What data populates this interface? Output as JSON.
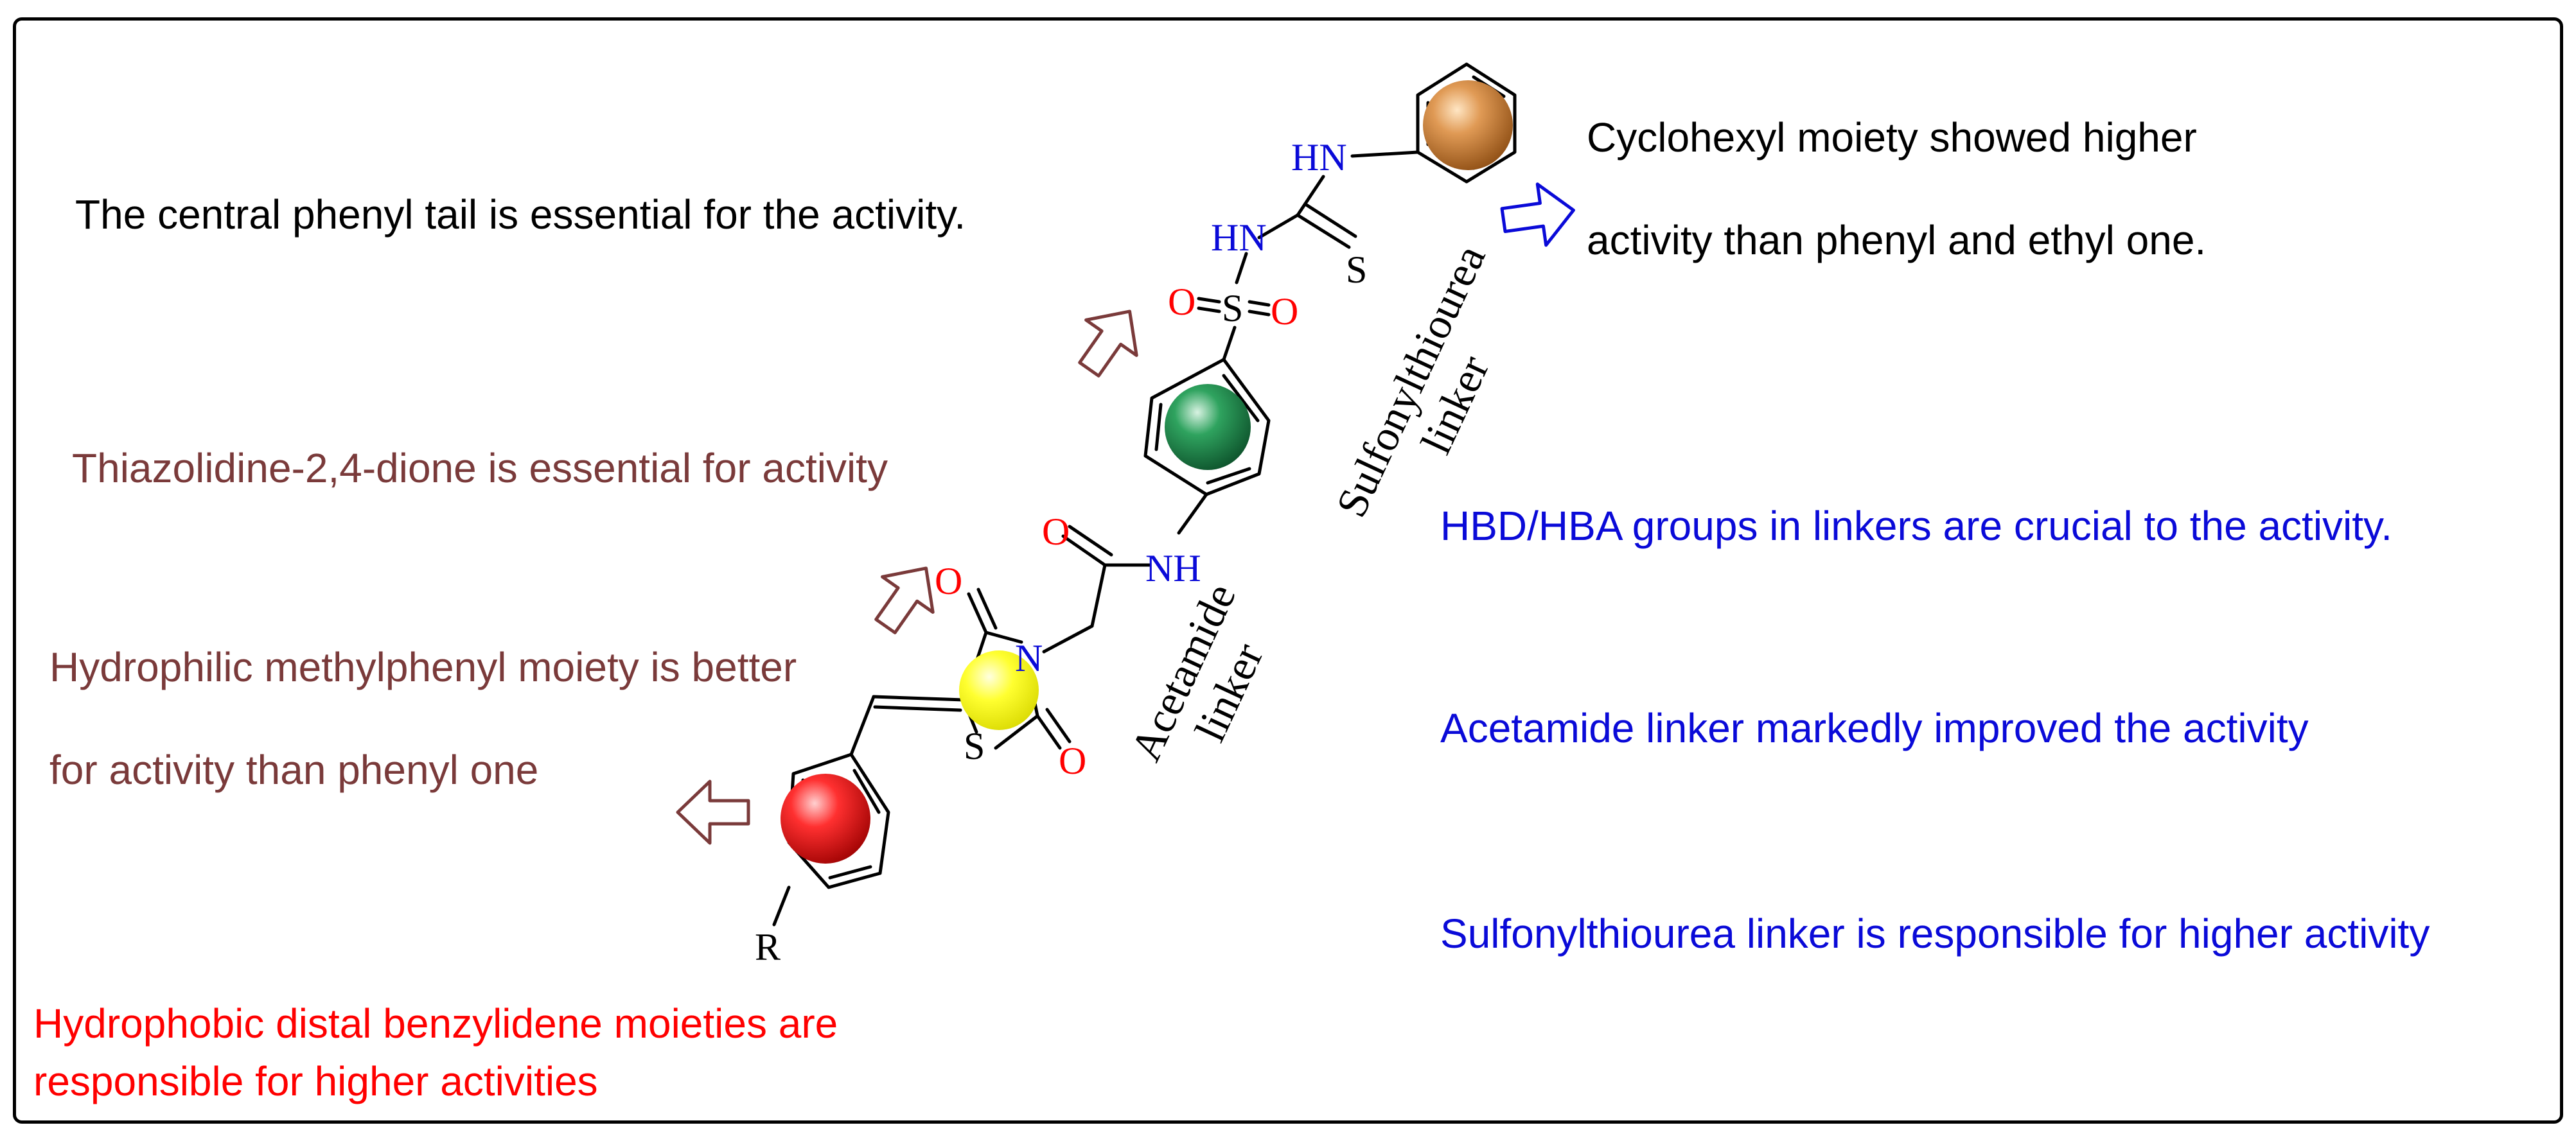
{
  "colors": {
    "black_text": "#000000",
    "brown_text": "#7a3a3a",
    "blue_text": "#0a0ad8",
    "red_text": "#ff0000",
    "ring_orange": "#c8742a",
    "ring_green": "#1f8a4c",
    "ring_yellow": "#ffff00",
    "ring_red": "#ff2020"
  },
  "annotations": {
    "central_phenyl": "The central phenyl tail is essential for the activity.",
    "cyclohexyl_line1": "Cyclohexyl moiety showed higher",
    "cyclohexyl_line2": "activity than phenyl and ethyl one.",
    "thiazolidinedione": "Thiazolidine-2,4-dione is essential for activity",
    "hydrophilic_line1": "Hydrophilic methylphenyl moiety is better",
    "hydrophilic_line2": "for activity than phenyl one",
    "hbd_hba": "HBD/HBA groups  in linkers are crucial to the activity.",
    "acetamide_improved": "Acetamide linker markedly improved the activity",
    "sulfonylthiourea_responsible": "Sulfonylthiourea linker is responsible for higher activity",
    "hydrophobic_line1": "Hydrophobic distal benzylidene moieties are",
    "hydrophobic_line2": "responsible for higher activities"
  },
  "structure": {
    "atoms": {
      "hn_top": "HN",
      "hn_mid": "HN",
      "s_thio": "S",
      "o_left": "O",
      "s_sulfonyl": "S",
      "o_right": "O",
      "o_amide": "O",
      "nh_amide": "NH",
      "o_tzd_top": "O",
      "n_tzd": "N",
      "s_tzd": "S",
      "o_tzd_bottom": "O",
      "r_group": "R"
    },
    "linkers": {
      "sulfonylthiourea_line1": "Sulfonylthiourea",
      "sulfonylthiourea_line2": "linker",
      "acetamide_line1": "Acetamide",
      "acetamide_line2": "linker"
    },
    "icons": [
      "arrow-right-icon",
      "arrow-up-right-icon",
      "arrow-up-right-icon",
      "arrow-left-icon"
    ]
  }
}
